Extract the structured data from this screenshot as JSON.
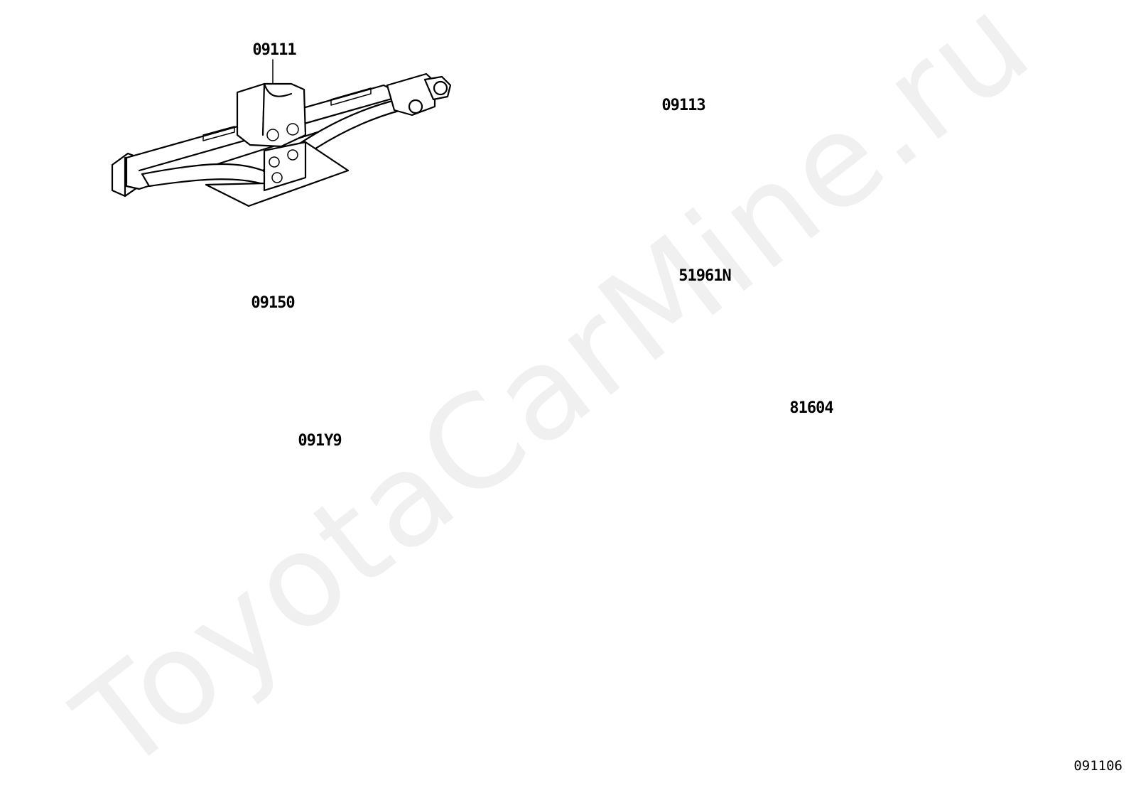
{
  "diagram": {
    "watermark": "ToyotaCarMine.ru",
    "code": "091106",
    "parts": [
      {
        "id": "jack",
        "number": "09111"
      },
      {
        "id": "jack-handle",
        "number": "09113"
      },
      {
        "id": "wheel-wrench",
        "number": "09150"
      },
      {
        "id": "towing-eye",
        "number": "51961N"
      },
      {
        "id": "safety-vest",
        "number": "091Y9"
      },
      {
        "id": "warning-triangle",
        "number": "81604"
      }
    ]
  }
}
